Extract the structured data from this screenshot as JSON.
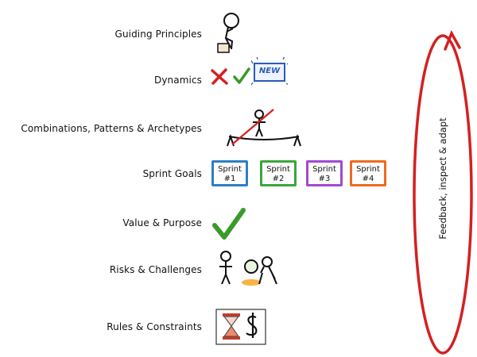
{
  "rows": [
    {
      "label": "Guiding Principles",
      "icon": "thinker-figure-icon"
    },
    {
      "label": "Dynamics",
      "icon": "cross-check-new-icons"
    },
    {
      "label": "Combinations, Patterns & Archetypes",
      "icon": "balance-figure-icon"
    },
    {
      "label": "Sprint Goals",
      "icon": "sprint-boxes"
    },
    {
      "label": "Value & Purpose",
      "icon": "checkmark-icon"
    },
    {
      "label": "Risks & Challenges",
      "icon": "figures-bomb-icon"
    },
    {
      "label": "Rules & Constraints",
      "icon": "hourglass-dollar-icon"
    }
  ],
  "new_badge": "NEW",
  "sprints": [
    {
      "line1": "Sprint",
      "line2": "#1",
      "color": "#2f7fc4"
    },
    {
      "line1": "Sprint",
      "line2": "#2",
      "color": "#3aa63a"
    },
    {
      "line1": "Sprint",
      "line2": "#3",
      "color": "#a04ad2"
    },
    {
      "line1": "Sprint",
      "line2": "#4",
      "color": "#ee6a1f"
    }
  ],
  "feedback_label": "Feedback, inspect & adapt",
  "colors": {
    "loop": "#d42020",
    "cross": "#d42020",
    "check": "#3a9a2a",
    "new_badge": "#2b5bb8"
  }
}
